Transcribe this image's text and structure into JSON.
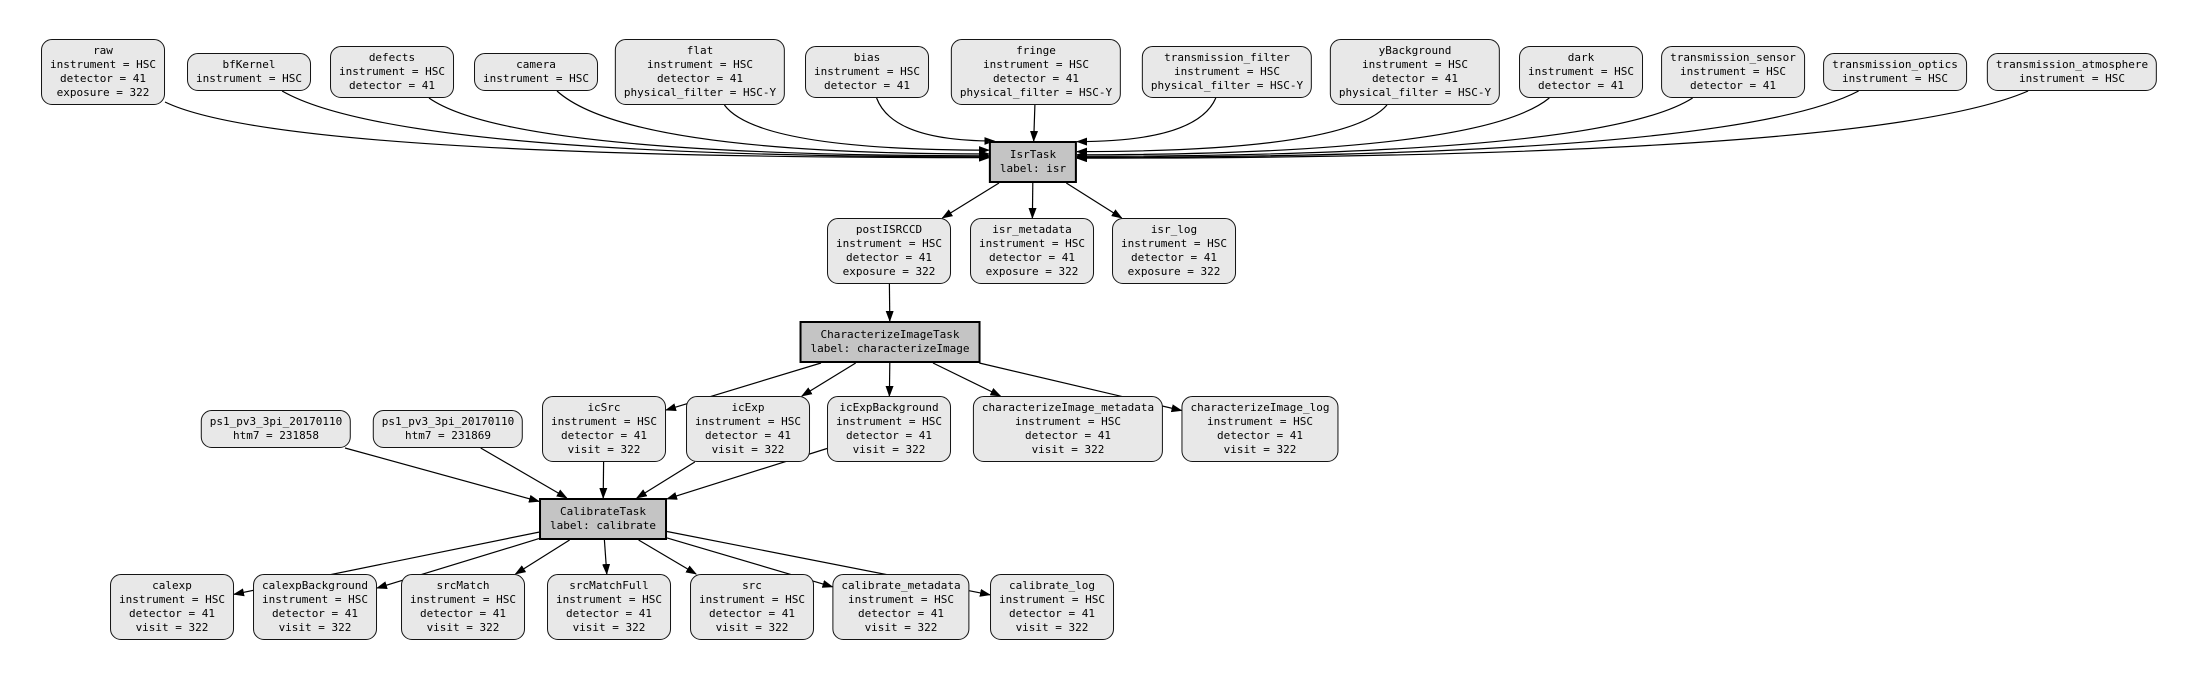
{
  "colors": {
    "background": "#ffffff",
    "dataset_fill": "#e8e8e8",
    "dataset_border": "#141414",
    "task_fill": "#c4c4c4",
    "task_border": "#000000",
    "edge": "#000000"
  },
  "graph": {
    "nodes": [
      {
        "id": "raw",
        "kind": "dataset",
        "lines": [
          "raw",
          "instrument = HSC",
          "detector = 41",
          "exposure = 322"
        ]
      },
      {
        "id": "bfKernel",
        "kind": "dataset",
        "lines": [
          "bfKernel",
          "instrument = HSC"
        ]
      },
      {
        "id": "defects",
        "kind": "dataset",
        "lines": [
          "defects",
          "instrument = HSC",
          "detector = 41"
        ]
      },
      {
        "id": "camera",
        "kind": "dataset",
        "lines": [
          "camera",
          "instrument = HSC"
        ]
      },
      {
        "id": "flat",
        "kind": "dataset",
        "lines": [
          "flat",
          "instrument = HSC",
          "detector = 41",
          "physical_filter = HSC-Y"
        ]
      },
      {
        "id": "bias",
        "kind": "dataset",
        "lines": [
          "bias",
          "instrument = HSC",
          "detector = 41"
        ]
      },
      {
        "id": "fringe",
        "kind": "dataset",
        "lines": [
          "fringe",
          "instrument = HSC",
          "detector = 41",
          "physical_filter = HSC-Y"
        ]
      },
      {
        "id": "transmission_filter",
        "kind": "dataset",
        "lines": [
          "transmission_filter",
          "instrument = HSC",
          "physical_filter = HSC-Y"
        ]
      },
      {
        "id": "yBackground",
        "kind": "dataset",
        "lines": [
          "yBackground",
          "instrument = HSC",
          "detector = 41",
          "physical_filter = HSC-Y"
        ]
      },
      {
        "id": "dark",
        "kind": "dataset",
        "lines": [
          "dark",
          "instrument = HSC",
          "detector = 41"
        ]
      },
      {
        "id": "transmission_sensor",
        "kind": "dataset",
        "lines": [
          "transmission_sensor",
          "instrument = HSC",
          "detector = 41"
        ]
      },
      {
        "id": "transmission_optics",
        "kind": "dataset",
        "lines": [
          "transmission_optics",
          "instrument = HSC"
        ]
      },
      {
        "id": "transmission_atmosphere",
        "kind": "dataset",
        "lines": [
          "transmission_atmosphere",
          "instrument = HSC"
        ]
      },
      {
        "id": "isr",
        "kind": "task",
        "lines": [
          "IsrTask",
          "label: isr"
        ]
      },
      {
        "id": "postISRCCD",
        "kind": "dataset",
        "lines": [
          "postISRCCD",
          "instrument = HSC",
          "detector = 41",
          "exposure = 322"
        ]
      },
      {
        "id": "isr_metadata",
        "kind": "dataset",
        "lines": [
          "isr_metadata",
          "instrument = HSC",
          "detector = 41",
          "exposure = 322"
        ]
      },
      {
        "id": "isr_log",
        "kind": "dataset",
        "lines": [
          "isr_log",
          "instrument = HSC",
          "detector = 41",
          "exposure = 322"
        ]
      },
      {
        "id": "characterizeImage",
        "kind": "task",
        "lines": [
          "CharacterizeImageTask",
          "label: characterizeImage"
        ]
      },
      {
        "id": "ps1a",
        "kind": "dataset",
        "lines": [
          "ps1_pv3_3pi_20170110",
          "htm7 = 231858"
        ]
      },
      {
        "id": "ps1b",
        "kind": "dataset",
        "lines": [
          "ps1_pv3_3pi_20170110",
          "htm7 = 231869"
        ]
      },
      {
        "id": "icSrc",
        "kind": "dataset",
        "lines": [
          "icSrc",
          "instrument = HSC",
          "detector = 41",
          "visit = 322"
        ]
      },
      {
        "id": "icExp",
        "kind": "dataset",
        "lines": [
          "icExp",
          "instrument = HSC",
          "detector = 41",
          "visit = 322"
        ]
      },
      {
        "id": "icExpBackground",
        "kind": "dataset",
        "lines": [
          "icExpBackground",
          "instrument = HSC",
          "detector = 41",
          "visit = 322"
        ]
      },
      {
        "id": "characterizeImage_metadata",
        "kind": "dataset",
        "lines": [
          "characterizeImage_metadata",
          "instrument = HSC",
          "detector = 41",
          "visit = 322"
        ]
      },
      {
        "id": "characterizeImage_log",
        "kind": "dataset",
        "lines": [
          "characterizeImage_log",
          "instrument = HSC",
          "detector = 41",
          "visit = 322"
        ]
      },
      {
        "id": "calibrate",
        "kind": "task",
        "lines": [
          "CalibrateTask",
          "label: calibrate"
        ]
      },
      {
        "id": "calexp",
        "kind": "dataset",
        "lines": [
          "calexp",
          "instrument = HSC",
          "detector = 41",
          "visit = 322"
        ]
      },
      {
        "id": "calexpBackground",
        "kind": "dataset",
        "lines": [
          "calexpBackground",
          "instrument = HSC",
          "detector = 41",
          "visit = 322"
        ]
      },
      {
        "id": "srcMatch",
        "kind": "dataset",
        "lines": [
          "srcMatch",
          "instrument = HSC",
          "detector = 41",
          "visit = 322"
        ]
      },
      {
        "id": "srcMatchFull",
        "kind": "dataset",
        "lines": [
          "srcMatchFull",
          "instrument = HSC",
          "detector = 41",
          "visit = 322"
        ]
      },
      {
        "id": "src",
        "kind": "dataset",
        "lines": [
          "src",
          "instrument = HSC",
          "detector = 41",
          "visit = 322"
        ]
      },
      {
        "id": "calibrate_metadata",
        "kind": "dataset",
        "lines": [
          "calibrate_metadata",
          "instrument = HSC",
          "detector = 41",
          "visit = 322"
        ]
      },
      {
        "id": "calibrate_log",
        "kind": "dataset",
        "lines": [
          "calibrate_log",
          "instrument = HSC",
          "detector = 41",
          "visit = 322"
        ]
      }
    ],
    "edges": [
      [
        "raw",
        "isr"
      ],
      [
        "bfKernel",
        "isr"
      ],
      [
        "defects",
        "isr"
      ],
      [
        "camera",
        "isr"
      ],
      [
        "flat",
        "isr"
      ],
      [
        "bias",
        "isr"
      ],
      [
        "fringe",
        "isr"
      ],
      [
        "transmission_filter",
        "isr"
      ],
      [
        "yBackground",
        "isr"
      ],
      [
        "dark",
        "isr"
      ],
      [
        "transmission_sensor",
        "isr"
      ],
      [
        "transmission_optics",
        "isr"
      ],
      [
        "transmission_atmosphere",
        "isr"
      ],
      [
        "isr",
        "postISRCCD"
      ],
      [
        "isr",
        "isr_metadata"
      ],
      [
        "isr",
        "isr_log"
      ],
      [
        "postISRCCD",
        "characterizeImage"
      ],
      [
        "characterizeImage",
        "icSrc"
      ],
      [
        "characterizeImage",
        "icExp"
      ],
      [
        "characterizeImage",
        "icExpBackground"
      ],
      [
        "characterizeImage",
        "characterizeImage_metadata"
      ],
      [
        "characterizeImage",
        "characterizeImage_log"
      ],
      [
        "ps1a",
        "calibrate"
      ],
      [
        "ps1b",
        "calibrate"
      ],
      [
        "icSrc",
        "calibrate"
      ],
      [
        "icExp",
        "calibrate"
      ],
      [
        "icExpBackground",
        "calibrate"
      ],
      [
        "calibrate",
        "calexp"
      ],
      [
        "calibrate",
        "calexpBackground"
      ],
      [
        "calibrate",
        "srcMatch"
      ],
      [
        "calibrate",
        "srcMatchFull"
      ],
      [
        "calibrate",
        "src"
      ],
      [
        "calibrate",
        "calibrate_metadata"
      ],
      [
        "calibrate",
        "calibrate_log"
      ]
    ]
  }
}
